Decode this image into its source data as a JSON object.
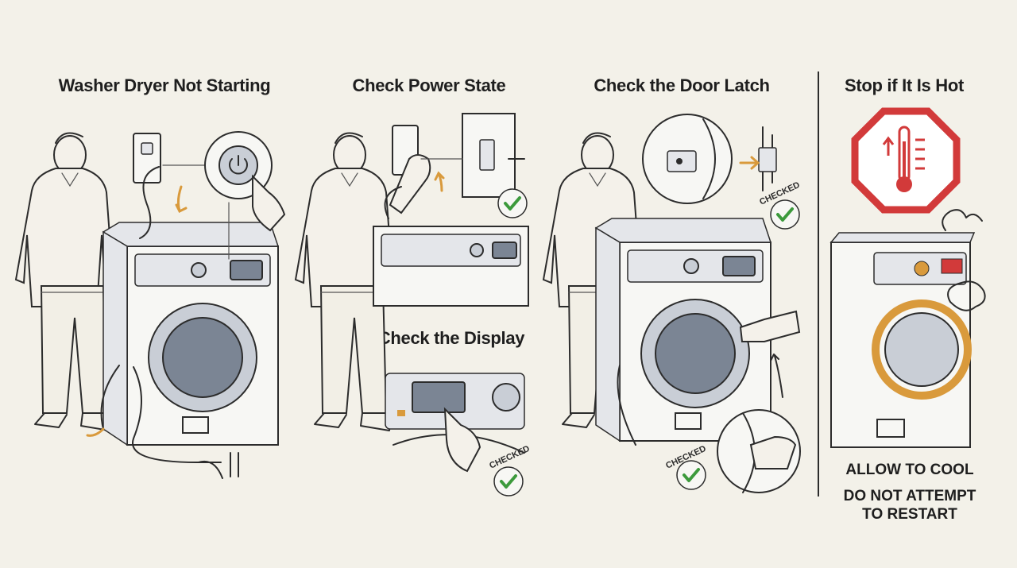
{
  "panels": [
    {
      "title": "Washer Dryer Not Starting"
    },
    {
      "title": "Check Power State",
      "subtitle": "Check the Display"
    },
    {
      "title": "Check the Door Latch"
    },
    {
      "title": "Stop if It Is Hot"
    }
  ],
  "checked_label": "CHECKED",
  "warning": {
    "line1": "ALLOW TO COOL",
    "line2": "DO NOT ATTEMPT",
    "line3": "TO RESTART"
  },
  "colors": {
    "check_green": "#3c9a3c",
    "arrow_orange": "#d99a3c",
    "stop_red": "#d23a3a",
    "background": "#f3f1e9"
  },
  "icons": [
    "power-button-icon",
    "wall-outlet-icon",
    "plug-icon",
    "thermometer-icon",
    "stop-sign-icon",
    "check-mark-icon"
  ]
}
